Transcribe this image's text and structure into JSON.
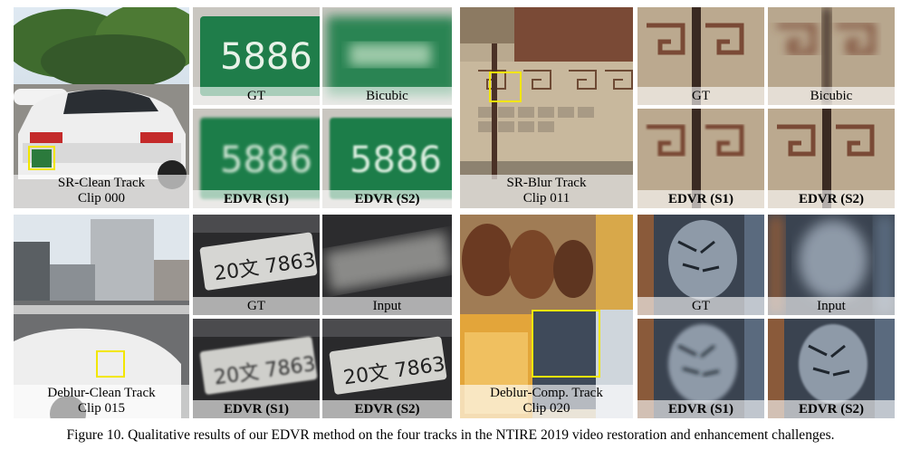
{
  "figure": {
    "caption": "Figure 10. Qualitative results of our EDVR method on the four tracks in the NTIRE 2019 video restoration and enhancement challenges."
  },
  "tracks": [
    {
      "track": "SR-Clean Track",
      "clip": "Clip 000",
      "crops": [
        "GT",
        "Bicubic",
        "EDVR (S1)",
        "EDVR (S2)"
      ],
      "plate_text": "5886"
    },
    {
      "track": "SR-Blur Track",
      "clip": "Clip 011",
      "crops": [
        "GT",
        "Bicubic",
        "EDVR (S1)",
        "EDVR (S2)"
      ]
    },
    {
      "track": "Deblur-Clean Track",
      "clip": "Clip 015",
      "crops": [
        "GT",
        "Input",
        "EDVR (S1)",
        "EDVR (S2)"
      ],
      "plate_text": "20文 7863"
    },
    {
      "track": "Deblur-Comp. Track",
      "clip": "Clip 020",
      "crops": [
        "GT",
        "Input",
        "EDVR (S1)",
        "EDVR (S2)"
      ]
    }
  ],
  "colors": {
    "highlight_box": "#f2e600"
  }
}
